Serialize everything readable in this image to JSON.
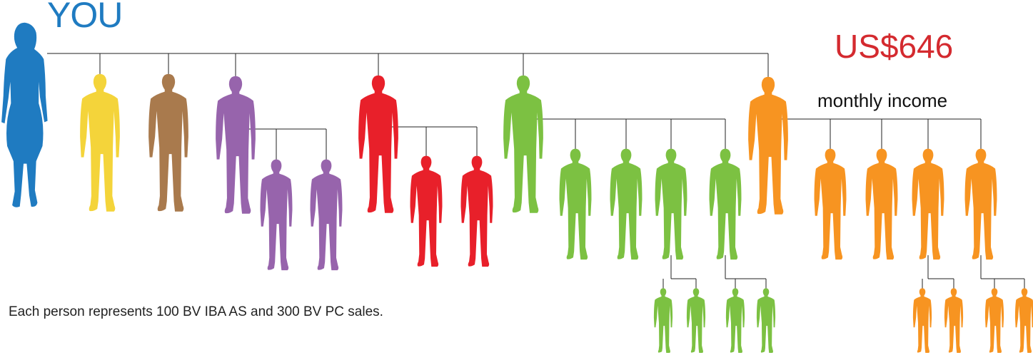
{
  "you_label": "YOU",
  "income": {
    "amount": "US$646",
    "label": "monthly income"
  },
  "footnote": "Each person represents 100 BV IBA AS and 300 BV PC sales.",
  "colors": {
    "you": "#1f7bc1",
    "yellow": "#f4d43a",
    "brown": "#a97a4d",
    "purple": "#9764ac",
    "red": "#e8202a",
    "green": "#7cc142",
    "orange": "#f79421",
    "line": "#222222",
    "income": "#d42a2f"
  },
  "legs": [
    {
      "color": "yellow",
      "level1": 0
    },
    {
      "color": "brown",
      "level1": 0
    },
    {
      "color": "purple",
      "level1": 2
    },
    {
      "color": "red",
      "level1": 2
    },
    {
      "color": "green",
      "level1": 4,
      "level2_under": [
        2,
        3
      ],
      "level2_each": 2
    },
    {
      "color": "orange",
      "level1": 4,
      "level2_under": [
        2,
        3
      ],
      "level2_each": 2
    }
  ]
}
